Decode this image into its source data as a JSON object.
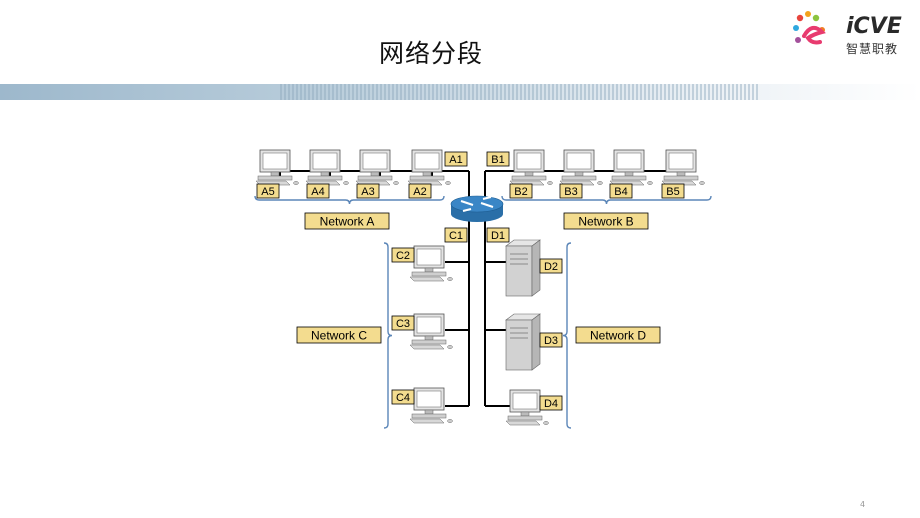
{
  "slide": {
    "title": "网络分段",
    "page_number": "4"
  },
  "logo": {
    "brand": "iCVE",
    "subtitle": "智慧职教"
  },
  "diagram": {
    "router_ports": {
      "a": "A1",
      "b": "B1",
      "c": "C1",
      "d": "D1"
    },
    "network_a": {
      "label": "Network A",
      "hosts": [
        "A5",
        "A4",
        "A3",
        "A2"
      ]
    },
    "network_b": {
      "label": "Network B",
      "hosts": [
        "B2",
        "B3",
        "B4",
        "B5"
      ]
    },
    "network_c": {
      "label": "Network C",
      "hosts": [
        "C2",
        "C3",
        "C4"
      ]
    },
    "network_d": {
      "label": "Network D",
      "hosts": [
        "D2",
        "D3",
        "D4"
      ]
    },
    "colors": {
      "label_fill": "#f3dc8f",
      "bracket": "#5b86b8",
      "router": "#3a86c6",
      "line": "#000000"
    }
  }
}
